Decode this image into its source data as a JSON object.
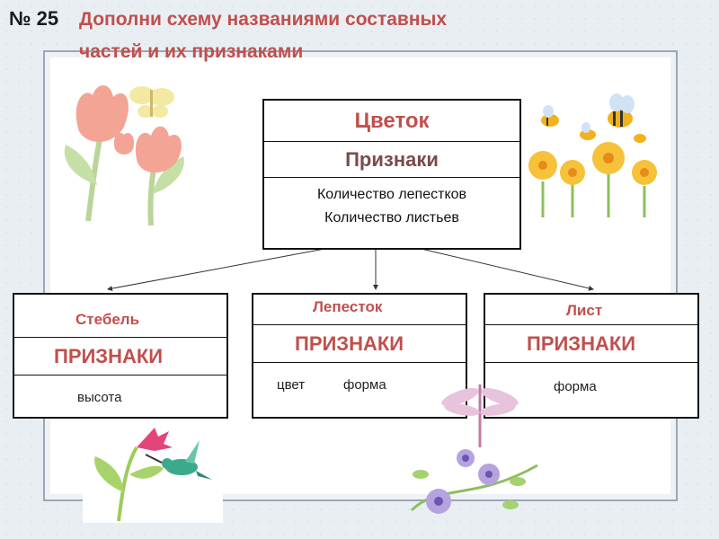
{
  "header": {
    "number": "№ 25",
    "title_line1": "Дополни схему названиями составных",
    "title_line2": "частей и их признаками"
  },
  "main_box": {
    "name": "Цветок",
    "features_label": "Признаки",
    "feature_1": "Количество лепестков",
    "feature_2": "Количество листьев"
  },
  "parts": [
    {
      "name": "Стебель",
      "features_label": "ПРИЗНАКИ",
      "attrs": [
        "высота"
      ]
    },
    {
      "name": "Лепесток",
      "features_label": "ПРИЗНАКИ",
      "attrs": [
        "цвет",
        "форма"
      ]
    },
    {
      "name": "Лист",
      "features_label": "ПРИЗНАКИ",
      "attrs": [
        "форма"
      ]
    }
  ],
  "colors": {
    "accent": "#c0504d",
    "border": "#111111",
    "frame": "#9aa7b4"
  },
  "icons": [
    "tulips-butterfly-illustration",
    "bees-flowers-illustration",
    "hummingbird-flower-illustration",
    "dragonfly-flowers-illustration"
  ]
}
